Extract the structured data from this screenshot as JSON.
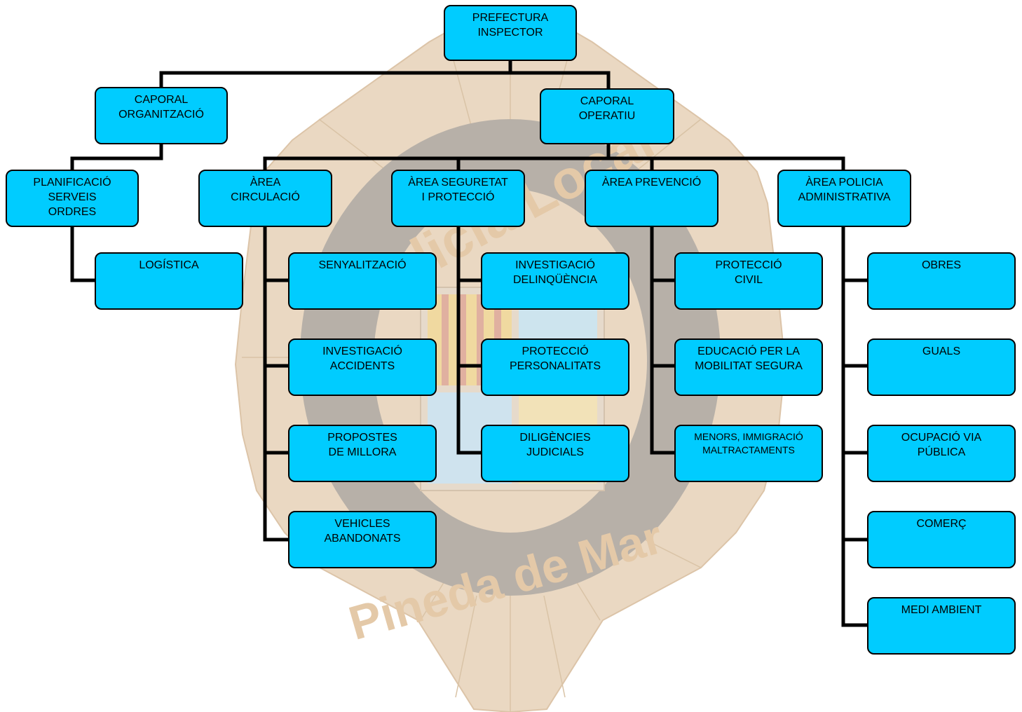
{
  "emblem": {
    "text_top": "Policia Local",
    "text_bottom": "Pineda de Mar"
  },
  "colors": {
    "box_fill": "#00ccff",
    "box_border": "#000000",
    "connector": "#000000",
    "emblem_outer": "#ead8c2",
    "emblem_ring": "#b7b0a8",
    "emblem_text": "#e4c9a8"
  },
  "nodes": {
    "prefectura": [
      "PREFECTURA",
      "INSPECTOR"
    ],
    "caporal_organitzacio": [
      "CAPORAL",
      "ORGANITZACIÓ"
    ],
    "caporal_operatiu": [
      "CAPORAL",
      "OPERATIU"
    ],
    "planificacio": [
      "PLANIFICACIÓ",
      "SERVEIS",
      "ORDRES"
    ],
    "logistica": [
      "LOGÍSTICA"
    ],
    "area_circulacio": [
      "ÀREA",
      "CIRCULACIÓ"
    ],
    "area_seguretat": [
      "ÀREA SEGURETAT",
      "I PROTECCIÓ"
    ],
    "area_prevencio": [
      "ÀREA PREVENCIÓ"
    ],
    "area_policia_admin": [
      "ÀREA POLICIA",
      "ADMINISTRATIVA"
    ],
    "senyalitzacio": [
      "SENYALITZACIÓ"
    ],
    "investigacio_accidents": [
      "INVESTIGACIÓ",
      "ACCIDENTS"
    ],
    "propostes_millora": [
      "PROPOSTES",
      "DE MILLORA"
    ],
    "vehicles_abandonats": [
      "VEHICLES",
      "ABANDONATS"
    ],
    "investigacio_delinquencia": [
      "INVESTIGACIÓ",
      "DELINQÜÈNCIA"
    ],
    "proteccio_personalitats": [
      "PROTECCIÓ",
      "PERSONALITATS"
    ],
    "diligencies_judicials": [
      "DILIGÈNCIES",
      "JUDICIALS"
    ],
    "proteccio_civil": [
      "PROTECCIÓ",
      "CIVIL"
    ],
    "educacio_mobilitat": [
      "EDUCACIÓ PER LA",
      "MOBILITAT SEGURA"
    ],
    "menors_immigracio": [
      "MENORS, IMMIGRACIÓ",
      "MALTRACTAMENTS"
    ],
    "obres": [
      "OBRES"
    ],
    "guals": [
      "GUALS"
    ],
    "ocupacio_via_publica": [
      "OCUPACIÓ VIA",
      "PÚBLICA"
    ],
    "comerc": [
      "COMERÇ"
    ],
    "medi_ambient": [
      "MEDI AMBIENT"
    ]
  },
  "edges": [
    [
      "prefectura",
      "caporal_organitzacio"
    ],
    [
      "prefectura",
      "caporal_operatiu"
    ],
    [
      "caporal_organitzacio",
      "planificacio"
    ],
    [
      "planificacio",
      "logistica"
    ],
    [
      "caporal_operatiu",
      "area_circulacio"
    ],
    [
      "caporal_operatiu",
      "area_seguretat"
    ],
    [
      "caporal_operatiu",
      "area_prevencio"
    ],
    [
      "caporal_operatiu",
      "area_policia_admin"
    ],
    [
      "area_circulacio",
      "senyalitzacio"
    ],
    [
      "area_circulacio",
      "investigacio_accidents"
    ],
    [
      "area_circulacio",
      "propostes_millora"
    ],
    [
      "area_circulacio",
      "vehicles_abandonats"
    ],
    [
      "area_seguretat",
      "investigacio_delinquencia"
    ],
    [
      "area_seguretat",
      "proteccio_personalitats"
    ],
    [
      "area_seguretat",
      "diligencies_judicials"
    ],
    [
      "area_prevencio",
      "proteccio_civil"
    ],
    [
      "area_prevencio",
      "educacio_mobilitat"
    ],
    [
      "area_prevencio",
      "menors_immigracio"
    ],
    [
      "area_policia_admin",
      "obres"
    ],
    [
      "area_policia_admin",
      "guals"
    ],
    [
      "area_policia_admin",
      "ocupacio_via_publica"
    ],
    [
      "area_policia_admin",
      "comerc"
    ],
    [
      "area_policia_admin",
      "medi_ambient"
    ]
  ]
}
